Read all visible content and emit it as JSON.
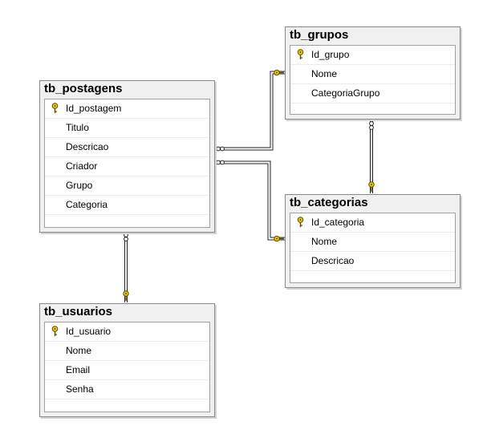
{
  "tables": {
    "postagens": {
      "name": "tb_postagens",
      "columns": [
        "Id_postagem",
        "Titulo",
        "Descricao",
        "Criador",
        "Grupo",
        "Categoria"
      ],
      "primary_key": "Id_postagem"
    },
    "grupos": {
      "name": "tb_grupos",
      "columns": [
        "Id_grupo",
        "Nome",
        "CategoriaGrupo"
      ],
      "primary_key": "Id_grupo"
    },
    "categorias": {
      "name": "tb_categorias",
      "columns": [
        "Id_categoria",
        "Nome",
        "Descricao"
      ],
      "primary_key": "Id_categoria"
    },
    "usuarios": {
      "name": "tb_usuarios",
      "columns": [
        "Id_usuario",
        "Nome",
        "Email",
        "Senha"
      ],
      "primary_key": "Id_usuario"
    }
  },
  "relationships": [
    {
      "from": "tb_postagens",
      "to": "tb_grupos",
      "many_side": "tb_postagens",
      "one_side": "tb_grupos"
    },
    {
      "from": "tb_postagens",
      "to": "tb_categorias",
      "many_side": "tb_postagens",
      "one_side": "tb_categorias"
    },
    {
      "from": "tb_grupos",
      "to": "tb_categorias",
      "many_side": "tb_grupos",
      "one_side": "tb_categorias"
    },
    {
      "from": "tb_postagens",
      "to": "tb_usuarios",
      "many_side": "tb_postagens",
      "one_side": "tb_usuarios"
    }
  ],
  "colors": {
    "key_icon": "#f0d000",
    "key_outline": "#5a4a00",
    "line": "#222222"
  },
  "icons": {
    "primary_key": "key-icon",
    "many_end": "infinity-icon",
    "one_end": "key-icon"
  }
}
